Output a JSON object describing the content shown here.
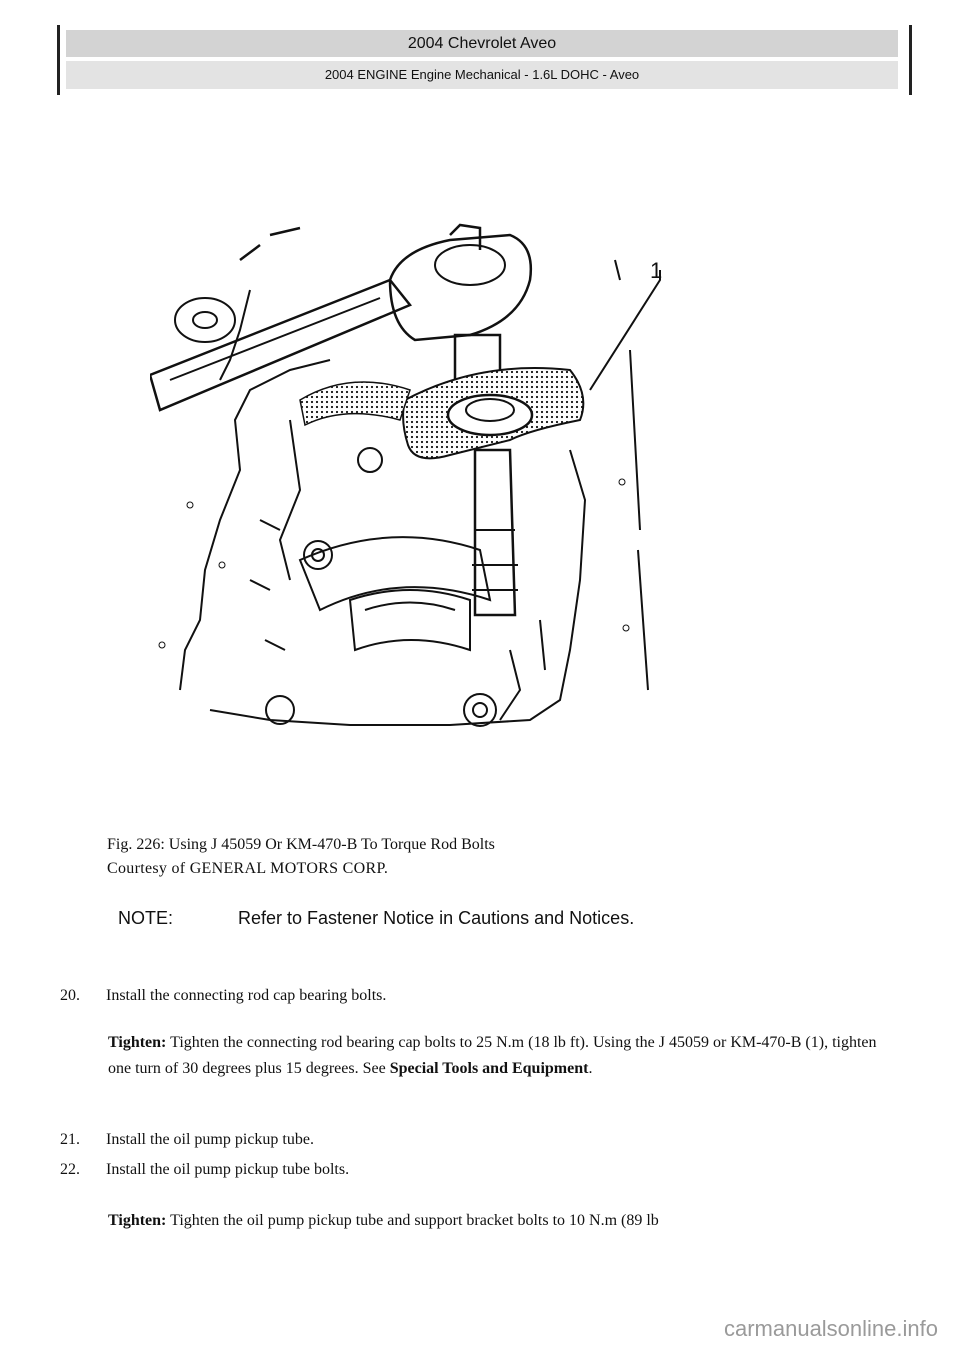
{
  "header": {
    "title": "2004 Chevrolet Aveo",
    "subtitle": "2004 ENGINE Engine Mechanical - 1.6L DOHC - Aveo"
  },
  "figure": {
    "callouts": [
      "1"
    ],
    "caption_line1": "Fig. 226: Using J 45059 Or KM-470-B To Torque Rod Bolts",
    "caption_line2": "Courtesy of GENERAL MOTORS CORP."
  },
  "note": {
    "label": "NOTE:",
    "text": "Refer to Fastener Notice in Cautions and Notices."
  },
  "steps": [
    {
      "num": "20.",
      "text": "Install the connecting rod cap bearing bolts."
    },
    {
      "num": "21.",
      "text": "Install the oil pump pickup tube."
    },
    {
      "num": "22.",
      "text": "Install the oil pump pickup tube bolts."
    }
  ],
  "tighten1": {
    "label": "Tighten:",
    "text": " Tighten the connecting rod bearing cap bolts to 25 N.m (18 lb ft). Using the J 45059 or KM-470-B (1), tighten one turn of 30 degrees plus 15 degrees. See ",
    "ref": "Special Tools and Equipment",
    "end": "."
  },
  "tighten2": {
    "label": "Tighten:",
    "text": " Tighten the oil pump pickup tube and support bracket bolts to 10 N.m (89 lb"
  },
  "watermark": "carmanualsonline.info"
}
